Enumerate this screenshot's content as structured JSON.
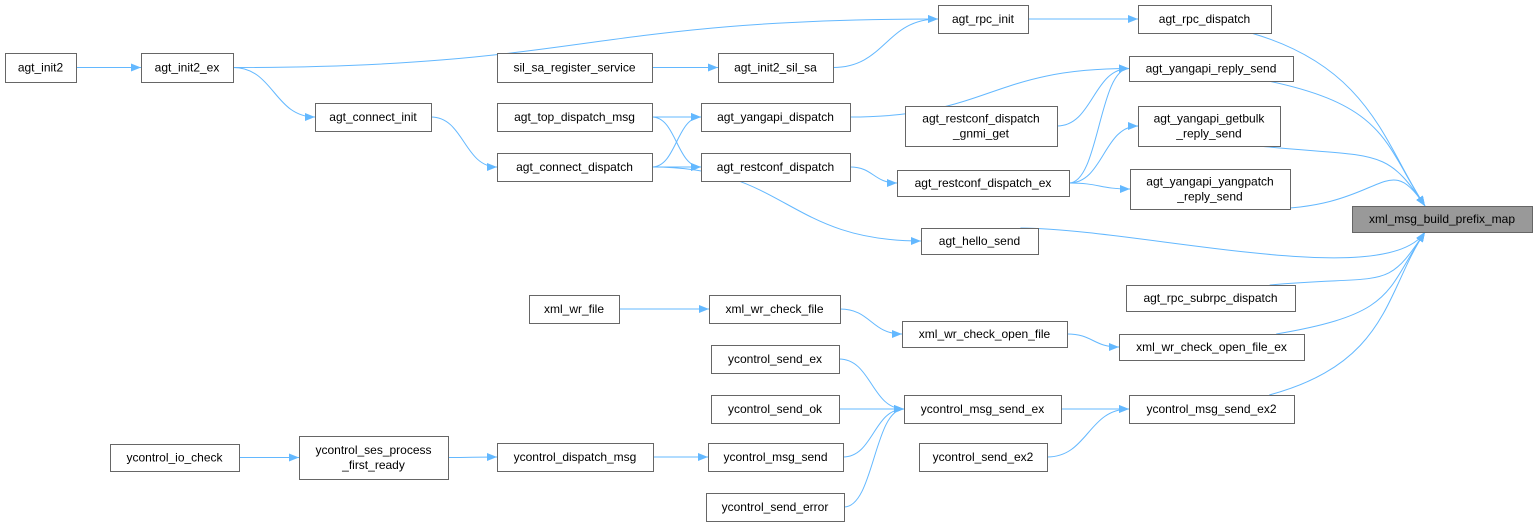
{
  "graph": {
    "type": "caller-graph",
    "edge_color": "#63b8ff",
    "target_fill": "#999999",
    "nodes": [
      {
        "id": "agt_init2",
        "lines": [
          "agt_init2"
        ]
      },
      {
        "id": "agt_init2_ex",
        "lines": [
          "agt_init2_ex"
        ]
      },
      {
        "id": "agt_rpc_init",
        "lines": [
          "agt_rpc_init"
        ]
      },
      {
        "id": "agt_rpc_dispatch",
        "lines": [
          "agt_rpc_dispatch"
        ]
      },
      {
        "id": "sil_sa_register_service",
        "lines": [
          "sil_sa_register_service"
        ]
      },
      {
        "id": "agt_init2_sil_sa",
        "lines": [
          "agt_init2_sil_sa"
        ]
      },
      {
        "id": "agt_yangapi_reply_send",
        "lines": [
          "agt_yangapi_reply_send"
        ]
      },
      {
        "id": "agt_connect_init",
        "lines": [
          "agt_connect_init"
        ]
      },
      {
        "id": "agt_top_dispatch_msg",
        "lines": [
          "agt_top_dispatch_msg"
        ]
      },
      {
        "id": "agt_yangapi_dispatch",
        "lines": [
          "agt_yangapi_dispatch"
        ]
      },
      {
        "id": "agt_restconf_dispatch_gnmi_get",
        "lines": [
          "agt_restconf_dispatch",
          "_gnmi_get"
        ]
      },
      {
        "id": "agt_yangapi_getbulk_reply_send",
        "lines": [
          "agt_yangapi_getbulk",
          "_reply_send"
        ]
      },
      {
        "id": "agt_connect_dispatch",
        "lines": [
          "agt_connect_dispatch"
        ]
      },
      {
        "id": "agt_restconf_dispatch",
        "lines": [
          "agt_restconf_dispatch"
        ]
      },
      {
        "id": "agt_restconf_dispatch_ex",
        "lines": [
          "agt_restconf_dispatch_ex"
        ]
      },
      {
        "id": "agt_yangapi_yangpatch_reply_send",
        "lines": [
          "agt_yangapi_yangpatch",
          "_reply_send"
        ]
      },
      {
        "id": "xml_msg_build_prefix_map",
        "lines": [
          "xml_msg_build_prefix_map"
        ],
        "target": true
      },
      {
        "id": "agt_hello_send",
        "lines": [
          "agt_hello_send"
        ]
      },
      {
        "id": "agt_rpc_subrpc_dispatch",
        "lines": [
          "agt_rpc_subrpc_dispatch"
        ]
      },
      {
        "id": "xml_wr_file",
        "lines": [
          "xml_wr_file"
        ]
      },
      {
        "id": "xml_wr_check_file",
        "lines": [
          "xml_wr_check_file"
        ]
      },
      {
        "id": "xml_wr_check_open_file",
        "lines": [
          "xml_wr_check_open_file"
        ]
      },
      {
        "id": "xml_wr_check_open_file_ex",
        "lines": [
          "xml_wr_check_open_file_ex"
        ]
      },
      {
        "id": "ycontrol_send_ex",
        "lines": [
          "ycontrol_send_ex"
        ]
      },
      {
        "id": "ycontrol_send_ok",
        "lines": [
          "ycontrol_send_ok"
        ]
      },
      {
        "id": "ycontrol_msg_send_ex",
        "lines": [
          "ycontrol_msg_send_ex"
        ]
      },
      {
        "id": "ycontrol_msg_send_ex2",
        "lines": [
          "ycontrol_msg_send_ex2"
        ]
      },
      {
        "id": "ycontrol_io_check",
        "lines": [
          "ycontrol_io_check"
        ]
      },
      {
        "id": "ycontrol_ses_process_first_ready",
        "lines": [
          "ycontrol_ses_process",
          "_first_ready"
        ]
      },
      {
        "id": "ycontrol_dispatch_msg",
        "lines": [
          "ycontrol_dispatch_msg"
        ]
      },
      {
        "id": "ycontrol_msg_send",
        "lines": [
          "ycontrol_msg_send"
        ]
      },
      {
        "id": "ycontrol_send_ex2",
        "lines": [
          "ycontrol_send_ex2"
        ]
      },
      {
        "id": "ycontrol_send_error",
        "lines": [
          "ycontrol_send_error"
        ]
      }
    ],
    "edges": [
      [
        "agt_init2",
        "agt_init2_ex"
      ],
      [
        "agt_init2_ex",
        "agt_rpc_init"
      ],
      [
        "agt_init2_ex",
        "agt_connect_init"
      ],
      [
        "sil_sa_register_service",
        "agt_init2_sil_sa"
      ],
      [
        "agt_init2_sil_sa",
        "agt_rpc_init"
      ],
      [
        "agt_rpc_init",
        "agt_rpc_dispatch"
      ],
      [
        "agt_rpc_dispatch",
        "xml_msg_build_prefix_map"
      ],
      [
        "agt_connect_init",
        "agt_connect_dispatch"
      ],
      [
        "agt_top_dispatch_msg",
        "agt_yangapi_dispatch"
      ],
      [
        "agt_top_dispatch_msg",
        "agt_restconf_dispatch"
      ],
      [
        "agt_connect_dispatch",
        "agt_yangapi_dispatch"
      ],
      [
        "agt_connect_dispatch",
        "agt_restconf_dispatch"
      ],
      [
        "agt_connect_dispatch",
        "agt_hello_send"
      ],
      [
        "agt_yangapi_dispatch",
        "agt_yangapi_reply_send"
      ],
      [
        "agt_restconf_dispatch",
        "agt_restconf_dispatch_ex"
      ],
      [
        "agt_restconf_dispatch_gnmi_get",
        "agt_yangapi_reply_send"
      ],
      [
        "agt_restconf_dispatch_ex",
        "agt_yangapi_reply_send"
      ],
      [
        "agt_restconf_dispatch_ex",
        "agt_yangapi_getbulk_reply_send"
      ],
      [
        "agt_restconf_dispatch_ex",
        "agt_yangapi_yangpatch_reply_send"
      ],
      [
        "agt_yangapi_reply_send",
        "xml_msg_build_prefix_map"
      ],
      [
        "agt_yangapi_getbulk_reply_send",
        "xml_msg_build_prefix_map"
      ],
      [
        "agt_yangapi_yangpatch_reply_send",
        "xml_msg_build_prefix_map"
      ],
      [
        "agt_hello_send",
        "xml_msg_build_prefix_map"
      ],
      [
        "agt_rpc_subrpc_dispatch",
        "xml_msg_build_prefix_map"
      ],
      [
        "xml_wr_file",
        "xml_wr_check_file"
      ],
      [
        "xml_wr_check_file",
        "xml_wr_check_open_file"
      ],
      [
        "xml_wr_check_open_file",
        "xml_wr_check_open_file_ex"
      ],
      [
        "xml_wr_check_open_file_ex",
        "xml_msg_build_prefix_map"
      ],
      [
        "ycontrol_send_ex",
        "ycontrol_msg_send_ex"
      ],
      [
        "ycontrol_send_ok",
        "ycontrol_msg_send_ex"
      ],
      [
        "ycontrol_msg_send",
        "ycontrol_msg_send_ex"
      ],
      [
        "ycontrol_send_error",
        "ycontrol_msg_send_ex"
      ],
      [
        "ycontrol_msg_send_ex",
        "ycontrol_msg_send_ex2"
      ],
      [
        "ycontrol_send_ex2",
        "ycontrol_msg_send_ex2"
      ],
      [
        "ycontrol_msg_send_ex2",
        "xml_msg_build_prefix_map"
      ],
      [
        "ycontrol_io_check",
        "ycontrol_ses_process_first_ready"
      ],
      [
        "ycontrol_ses_process_first_ready",
        "ycontrol_dispatch_msg"
      ],
      [
        "ycontrol_dispatch_msg",
        "ycontrol_msg_send"
      ]
    ]
  }
}
